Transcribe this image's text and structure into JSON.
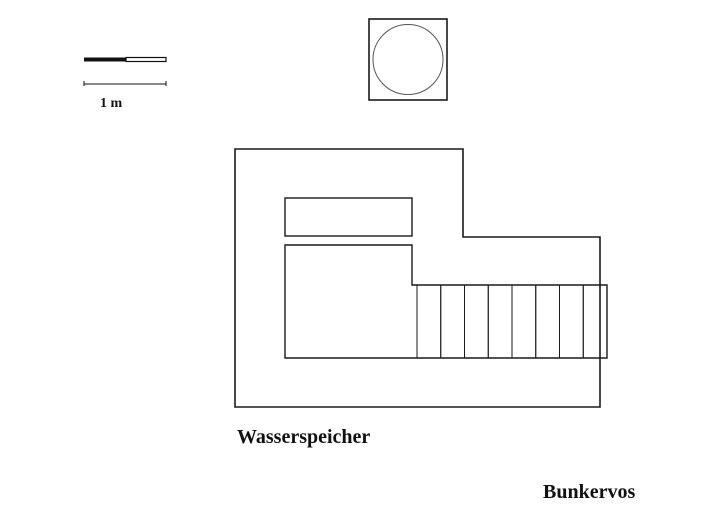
{
  "scale_bar": {
    "label": "1 m"
  },
  "captions": {
    "structure_name": "Wasserspeicher",
    "site_name": "Bunkervos"
  },
  "plan": {
    "step_count": 8,
    "line_color": "#1a1a1a",
    "circle_color": "#555555"
  }
}
